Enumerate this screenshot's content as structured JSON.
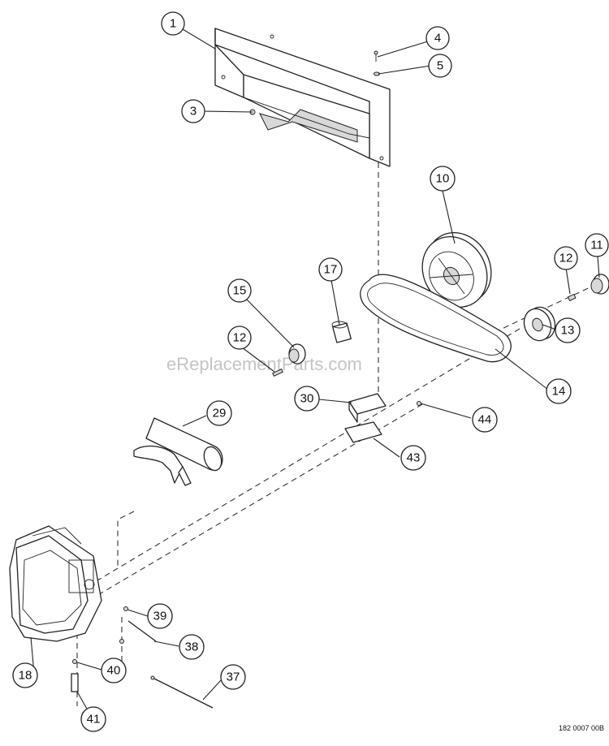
{
  "watermark": "eReplacementParts.com",
  "document_number": "182 0007 00B",
  "callouts": [
    {
      "id": "c1",
      "label": "1"
    },
    {
      "id": "c3",
      "label": "3"
    },
    {
      "id": "c4",
      "label": "4"
    },
    {
      "id": "c5",
      "label": "5"
    },
    {
      "id": "c10",
      "label": "10"
    },
    {
      "id": "c11",
      "label": "11"
    },
    {
      "id": "c12a",
      "label": "12"
    },
    {
      "id": "c12b",
      "label": "12"
    },
    {
      "id": "c13",
      "label": "13"
    },
    {
      "id": "c14",
      "label": "14"
    },
    {
      "id": "c15",
      "label": "15"
    },
    {
      "id": "c17",
      "label": "17"
    },
    {
      "id": "c18",
      "label": "18"
    },
    {
      "id": "c29",
      "label": "29"
    },
    {
      "id": "c30",
      "label": "30"
    },
    {
      "id": "c37",
      "label": "37"
    },
    {
      "id": "c38",
      "label": "38"
    },
    {
      "id": "c39",
      "label": "39"
    },
    {
      "id": "c40",
      "label": "40"
    },
    {
      "id": "c41",
      "label": "41"
    },
    {
      "id": "c43",
      "label": "43"
    },
    {
      "id": "c44",
      "label": "44"
    }
  ]
}
